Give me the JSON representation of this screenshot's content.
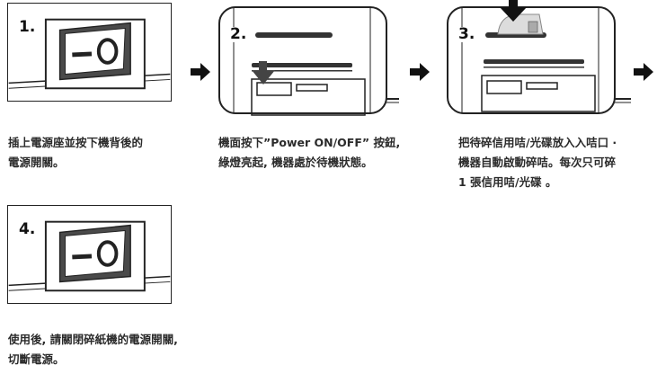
{
  "steps": [
    {
      "number": "1.",
      "caption_lines": [
        "插上電源座並按下機背後的",
        "電源開關。"
      ]
    },
    {
      "number": "2.",
      "caption_pre": "機面按下”",
      "caption_em": "Power ON/OFF",
      "caption_post": "” 按鈕,",
      "caption_line2": "綠燈亮起, 機器處於待機狀態。"
    },
    {
      "number": "3.",
      "caption_lines": [
        "把待碎信用咭/光碟放入入咭口 ·",
        "機器自動啟動碎咭。每次只可碎",
        "1 張信用咭/光碟  。"
      ]
    },
    {
      "number": "4.",
      "caption_lines": [
        "使用後, 請關閉碎紙機的電源開關,",
        "切斷電源。"
      ]
    }
  ],
  "icons": [
    "arrow-right-icon",
    "press-down-arrow-icon",
    "power-switch-icon"
  ]
}
